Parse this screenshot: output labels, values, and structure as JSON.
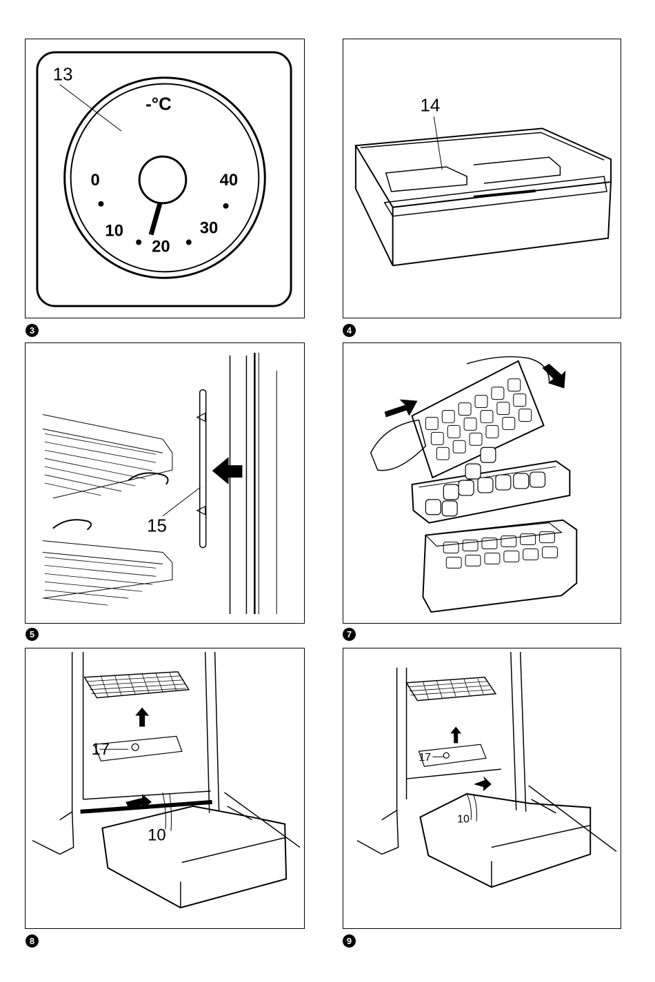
{
  "figures": [
    {
      "number": "3",
      "dial": {
        "label": "13",
        "unit": "-°C",
        "marks": [
          "0",
          "10",
          "20",
          "30",
          "40"
        ]
      }
    },
    {
      "number": "4",
      "label": "14"
    },
    {
      "number": "5",
      "label": "15"
    },
    {
      "number": "7"
    },
    {
      "number": "8",
      "labels": [
        "17",
        "10"
      ]
    },
    {
      "number": "9",
      "labels": [
        "17",
        "10"
      ]
    }
  ]
}
